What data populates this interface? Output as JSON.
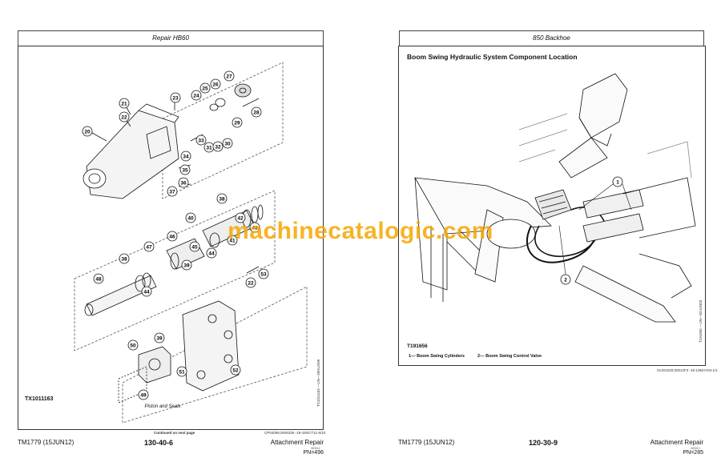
{
  "left_page": {
    "header": "Repair HB60",
    "figure_id": "TX1011163",
    "caption": "Piston and Seals",
    "continued": "Continued on next page",
    "side_code": "TX1011163 —UN—20AUG09",
    "doc_code": "CP04058,0000326 -19-18OCT11-6/10",
    "footer_left": "TM1779 (15JUN12)",
    "footer_center": "130-40-6",
    "footer_right": "Attachment Repair",
    "footer_rev": "083012",
    "page_number": "PN=496",
    "callouts": [
      "20",
      "21",
      "22",
      "23",
      "24",
      "25",
      "26",
      "27",
      "28",
      "29",
      "30",
      "31",
      "32",
      "33",
      "34",
      "35",
      "36",
      "37",
      "38",
      "39",
      "40",
      "41",
      "42",
      "43",
      "44",
      "45",
      "46",
      "47",
      "48",
      "38",
      "44",
      "22",
      "53",
      "50",
      "39",
      "51",
      "52",
      "49"
    ]
  },
  "right_page": {
    "header": "850 Backhoe",
    "title": "Boom Swing Hydraulic System Component Location",
    "figure_id": "T191656",
    "side_code": "T191656 —UN—02JUN03",
    "callouts": [
      "1",
      "2"
    ],
    "legend": [
      {
        "num": "1",
        "label": "Boom Swing Cylinders"
      },
      {
        "num": "2",
        "label": "Boom Swing Control Valve"
      }
    ],
    "doc_code": "OUO1020,00012F3 -19-13MAY03-1/1",
    "footer_left": "TM1779 (15JUN12)",
    "footer_center": "120-30-9",
    "footer_right": "Attachment Repair",
    "footer_rev": "083012",
    "page_number": "PN=285"
  },
  "watermark": "machinecatalogic.com",
  "colors": {
    "watermark": "#f6a600",
    "line": "#111111"
  }
}
